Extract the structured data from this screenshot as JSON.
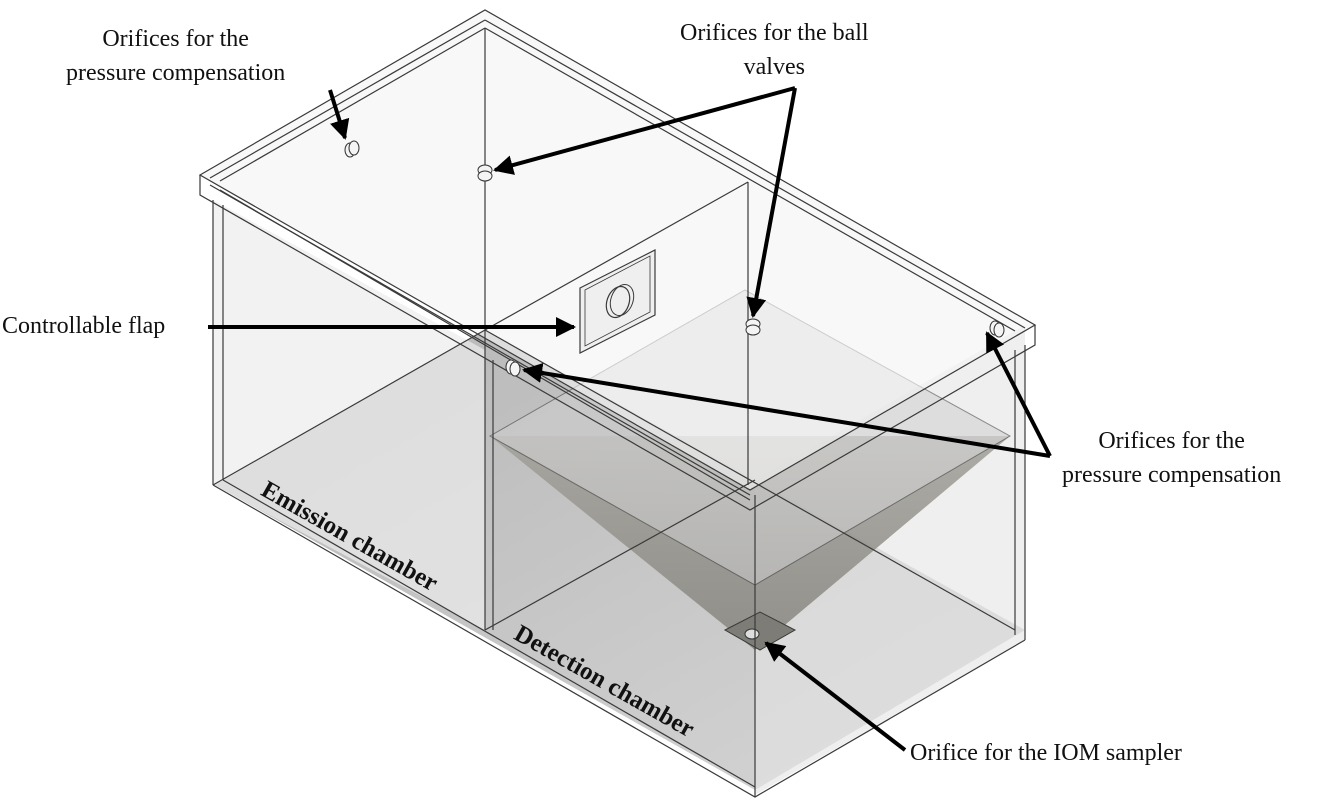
{
  "figure": {
    "description": "Isometric transparent CAD model of a two-chamber test box with annotated orifices",
    "colors": {
      "background": "#ffffff",
      "outline": "#3a3a3a",
      "floor_shadow": "#b9b9b9",
      "hopper": "#8c8a84",
      "arrow": "#000000"
    }
  },
  "labels": {
    "pressure_top_left": {
      "line1": "Orifices for the",
      "line2": "pressure compensation"
    },
    "ball_valves": {
      "line1": "Orifices for the ball",
      "line2": "valves"
    },
    "flap": "Controllable flap",
    "pressure_right": {
      "line1": "Orifices for the",
      "line2": "pressure compensation"
    },
    "emission_chamber": "Emission chamber",
    "detection_chamber": "Detection chamber",
    "iom_sampler": "Orifice for the IOM sampler"
  }
}
